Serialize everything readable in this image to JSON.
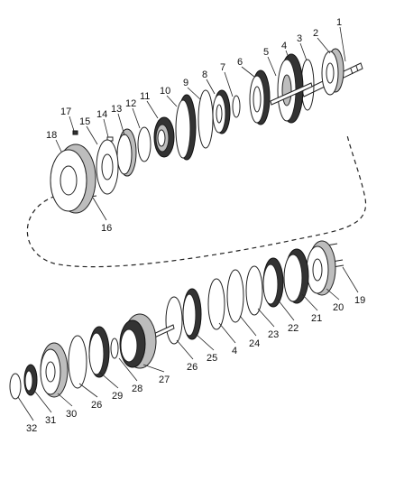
{
  "callouts": {
    "c1": "1",
    "c2": "2",
    "c3": "3",
    "c4a": "4",
    "c5": "5",
    "c6": "6",
    "c7": "7",
    "c8": "8",
    "c9": "9",
    "c10": "10",
    "c11": "11",
    "c12": "12",
    "c13": "13",
    "c14": "14",
    "c15": "15",
    "c16": "16",
    "c17": "17",
    "c18": "18",
    "c19": "19",
    "c20": "20",
    "c21": "21",
    "c22": "22",
    "c23": "23",
    "c24": "24",
    "c4b": "4",
    "c25": "25",
    "c26a": "26",
    "c27": "27",
    "c28": "28",
    "c29": "29",
    "c26b": "26",
    "c30": "30",
    "c31": "31",
    "c32": "32"
  },
  "colors": {
    "line": "#222222",
    "fill": "#ffffff",
    "dark": "#333333",
    "shade": "#bdbdbd"
  }
}
